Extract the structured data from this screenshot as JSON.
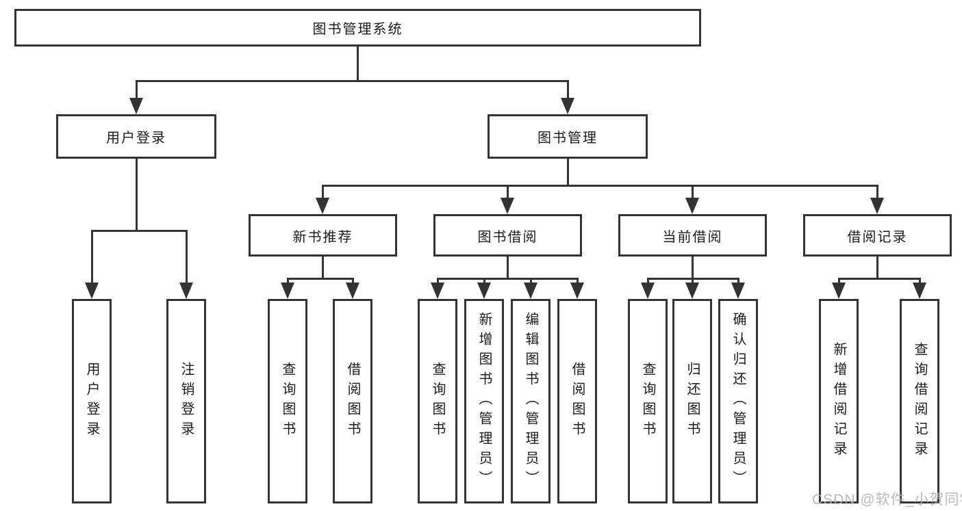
{
  "colors": {
    "line": "#333333",
    "text": "#1c1c1c",
    "bg": "#ffffff",
    "wm": "#b2b2b2"
  },
  "watermark": {
    "text": "CSDN @软件_小贺同学"
  },
  "tree": {
    "label": "图书管理系统",
    "children": [
      {
        "label": "用户登录",
        "children": [
          {
            "label": "用户登录"
          },
          {
            "label": "注销登录"
          }
        ]
      },
      {
        "label": "图书管理",
        "children": [
          {
            "label": "新书推荐",
            "children": [
              {
                "label": "查询图书"
              },
              {
                "label": "借阅图书"
              }
            ]
          },
          {
            "label": "图书借阅",
            "children": [
              {
                "label": "查询图书"
              },
              {
                "label": "新增图书（管理员）"
              },
              {
                "label": "编辑图书（管理员）"
              },
              {
                "label": "借阅图书"
              }
            ]
          },
          {
            "label": "当前借阅",
            "children": [
              {
                "label": "查询图书"
              },
              {
                "label": "归还图书"
              },
              {
                "label": "确认归还（管理员）"
              }
            ]
          },
          {
            "label": "借阅记录",
            "children": [
              {
                "label": "新增借阅记录"
              },
              {
                "label": "查询借阅记录"
              }
            ]
          }
        ]
      }
    ]
  }
}
